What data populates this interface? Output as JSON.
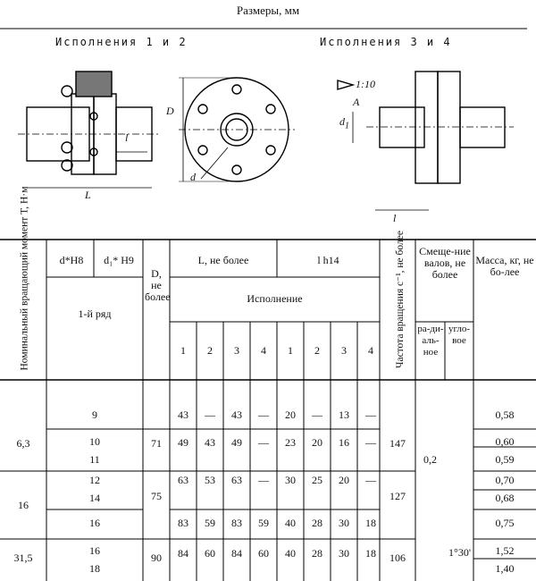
{
  "header": "Размеры, мм",
  "drawings": {
    "left_title": "Исполнения 1 и 2",
    "right_title": "Исполнения 3 и 4",
    "labels": {
      "D": "D",
      "d": "d",
      "l": "l",
      "L": "L",
      "d1": "d",
      "d1_sub": "1",
      "A": "A",
      "taper": "1:10"
    }
  },
  "table": {
    "headers": {
      "torque": "Номинальный вращающий момент T, Н·м",
      "d_h8": "d*H8",
      "d1_h9": "d₁* H9",
      "row1": "1-й ряд",
      "D": "D, не более",
      "L": "L, не более",
      "l": "l h14",
      "ispolnenie": "Исполнение",
      "freq": "Частота вращения с⁻¹, не более",
      "shift": "Смеще-ние валов, не более",
      "radial": "ра-ди-аль-ное",
      "angular": "угло-вое",
      "mass": "Масса, кг, не бо-лее",
      "cols": [
        "1",
        "2",
        "3",
        "4",
        "1",
        "2",
        "3",
        "4"
      ]
    },
    "groups": [
      {
        "torque": "6,3",
        "D": "71",
        "freq": "147",
        "radial": "0,2"
      },
      {
        "torque": "16",
        "D": "75",
        "freq": "127"
      },
      {
        "torque": "31,5",
        "D": "90",
        "freq": "106",
        "angular": "1°30'"
      }
    ],
    "rows": [
      {
        "d": "9",
        "L": [
          "43",
          "—",
          "43",
          "—"
        ],
        "l": [
          "20",
          "—",
          "13",
          "—"
        ],
        "mass": "0,58"
      },
      {
        "d": "10",
        "L": [
          "49",
          "43",
          "49",
          "—"
        ],
        "l": [
          "23",
          "20",
          "16",
          "—"
        ],
        "mass": "0,60"
      },
      {
        "d": "11",
        "mass": "0,59"
      },
      {
        "d": "12",
        "L": [
          "63",
          "53",
          "63",
          "—"
        ],
        "l": [
          "30",
          "25",
          "20",
          "—"
        ],
        "mass": "0,70"
      },
      {
        "d": "14",
        "mass": "0,68"
      },
      {
        "d": "16",
        "L": [
          "83",
          "59",
          "83",
          "59"
        ],
        "l": [
          "40",
          "28",
          "30",
          "18"
        ],
        "mass": "0,75"
      },
      {
        "d": "16",
        "L": [
          "84",
          "60",
          "84",
          "60"
        ],
        "l": [
          "40",
          "28",
          "30",
          "18"
        ],
        "mass": "1,52"
      },
      {
        "d": "18",
        "mass": "1,40"
      }
    ]
  }
}
